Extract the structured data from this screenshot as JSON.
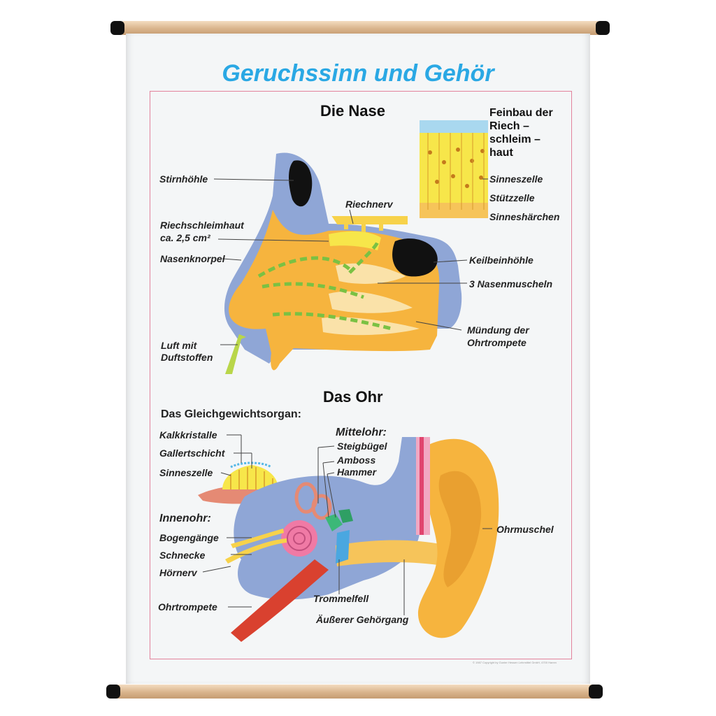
{
  "title": "Geruchssinn und Gehör",
  "nose": {
    "heading": "Die Nase",
    "detail_title": [
      "Feinbau der",
      "Riech –",
      "schleim –",
      "haut"
    ],
    "labels": {
      "stirnhoehle": "Stirnhöhle",
      "riechnerv": "Riechnerv",
      "riechschleimhaut": "Riechschleimhaut",
      "flaeche": "ca. 2,5 cm²",
      "nasenknorpel": "Nasenknorpel",
      "keilbeinhoehle": "Keilbeinhöhle",
      "nasenmuscheln": "3 Nasenmuscheln",
      "muendung1": "Mündung der",
      "muendung2": "Ohrtrompete",
      "luft1": "Luft mit",
      "luft2": "Duftstoffen",
      "sinneszelle": "Sinneszelle",
      "stuetzzelle": "Stützzelle",
      "sinneshaerchen": "Sinneshärchen"
    }
  },
  "ear": {
    "heading": "Das Ohr",
    "balance_heading": "Das Gleichgewichtsorgan:",
    "labels": {
      "kalkkristalle": "Kalkkristalle",
      "gallertschicht": "Gallertschicht",
      "sinneszelle": "Sinneszelle",
      "innenohr": "Innenohr:",
      "bogengaenge": "Bogengänge",
      "schnecke": "Schnecke",
      "hoernerv": "Hörnerv",
      "ohrtrompete": "Ohrtrompete",
      "mittelohr": "Mittelohr:",
      "steigbuegel": "Steigbügel",
      "amboss": "Amboss",
      "hammer": "Hammer",
      "ohrmuschel": "Ohrmuschel",
      "trommelfell": "Trommelfell",
      "gehoergang": "Äußerer Gehörgang"
    }
  },
  "copyright": "© 1987 Copyright by Gunter Hessen Lehrmittel GmbH, 4700 Hamm",
  "colors": {
    "title": "#2aa8e4",
    "bone": "#8fa6d6",
    "tissue": "#f6b43e",
    "mucosa": "#f7e64a",
    "air_arrow": "#7ac143",
    "frame": "#e2839c",
    "rod": "#d9b48c"
  }
}
